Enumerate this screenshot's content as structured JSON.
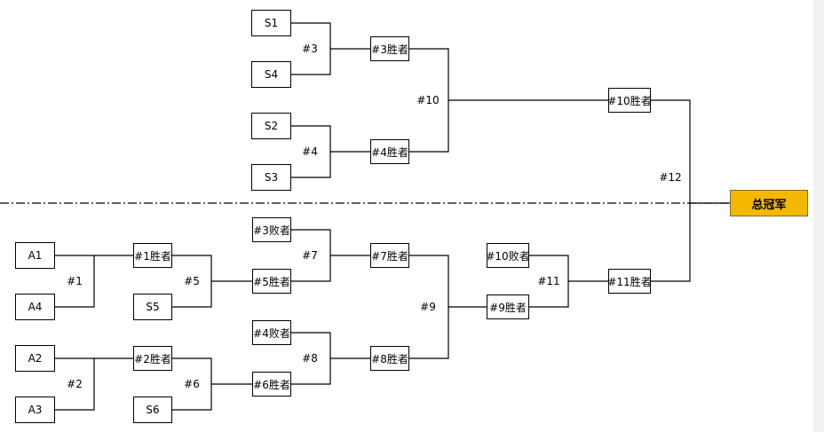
{
  "teams": {
    "S1": "S1",
    "S4": "S4",
    "S2": "S2",
    "S3": "S3",
    "A1": "A1",
    "A4": "A4",
    "A2": "A2",
    "A3": "A3",
    "S5": "S5",
    "S6": "S6"
  },
  "results": {
    "w3": "#3胜者",
    "w4": "#4胜者",
    "w10": "#10胜者",
    "l3": "#3败者",
    "w5": "#5胜者",
    "l4": "#4败者",
    "w6": "#6胜者",
    "w1": "#1胜者",
    "w2": "#2胜者",
    "w7": "#7胜者",
    "w8": "#8胜者",
    "l10": "#10败者",
    "w9": "#9胜者",
    "w11": "#11胜者"
  },
  "matches": {
    "m1": "#1",
    "m2": "#2",
    "m3": "#3",
    "m4": "#4",
    "m5": "#5",
    "m6": "#6",
    "m7": "#7",
    "m8": "#8",
    "m9": "#9",
    "m10": "#10",
    "m11": "#11",
    "m12": "#12"
  },
  "champion": "总冠军",
  "colors": {
    "champion_fill": "#f5b800",
    "line": "#000000"
  }
}
